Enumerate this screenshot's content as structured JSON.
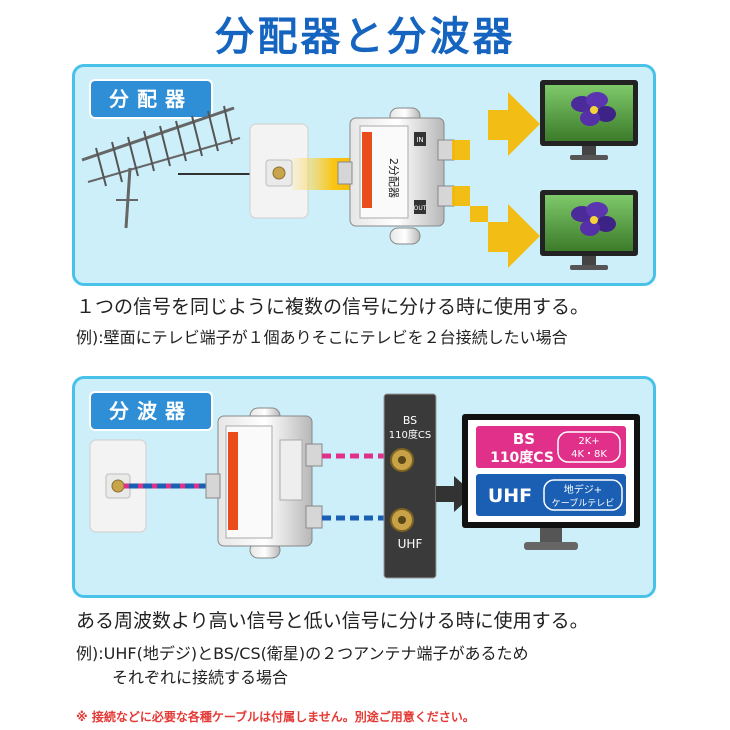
{
  "title": "分配器と分波器",
  "splitter": {
    "label": "分配器",
    "device_text": {
      "side": "2分配器",
      "in_mark": "IN",
      "out_mark": "OUT"
    },
    "description": "１つの信号を同じように複数の信号に分ける時に使用する。",
    "example": "例):壁面にテレビ端子が１個ありそこにテレビを２台接続したい場合"
  },
  "diplexer": {
    "label": "分波器",
    "connector_labels": {
      "top": [
        "BS",
        "110度CS"
      ],
      "bottom": "UHF"
    },
    "tv_screen": {
      "bs_title": "BS",
      "bs_subtitle": "110度CS",
      "bs_resolution": [
        "2K+",
        "4K・8K"
      ],
      "uhf_title": "UHF",
      "uhf_detail": [
        "地デジ+",
        "ケーブルテレビ"
      ]
    },
    "description": "ある周波数より高い信号と低い信号に分ける時に使用する。",
    "example_line1": "例):UHF(地デジ)とBS/CS(衛星)の２つアンテナ端子があるため",
    "example_line2": "それぞれに接続する場合"
  },
  "note": "※ 接続などに必要な各種ケーブルは付属しません。別途ご用意ください。",
  "colors": {
    "title": "#1565c0",
    "panel_bg": "#cdeffa",
    "panel_border": "#48c2e8",
    "tag_bg": "#2f8fd6",
    "arrow": "#f5b800",
    "bs_pink": "#e0308a",
    "uhf_blue": "#1a5fb4",
    "note": "#e53935"
  },
  "icons": [
    "antenna-icon",
    "wall-outlet-icon",
    "splitter-device-icon",
    "monitor-icon",
    "flower-icon",
    "connector-icon"
  ]
}
